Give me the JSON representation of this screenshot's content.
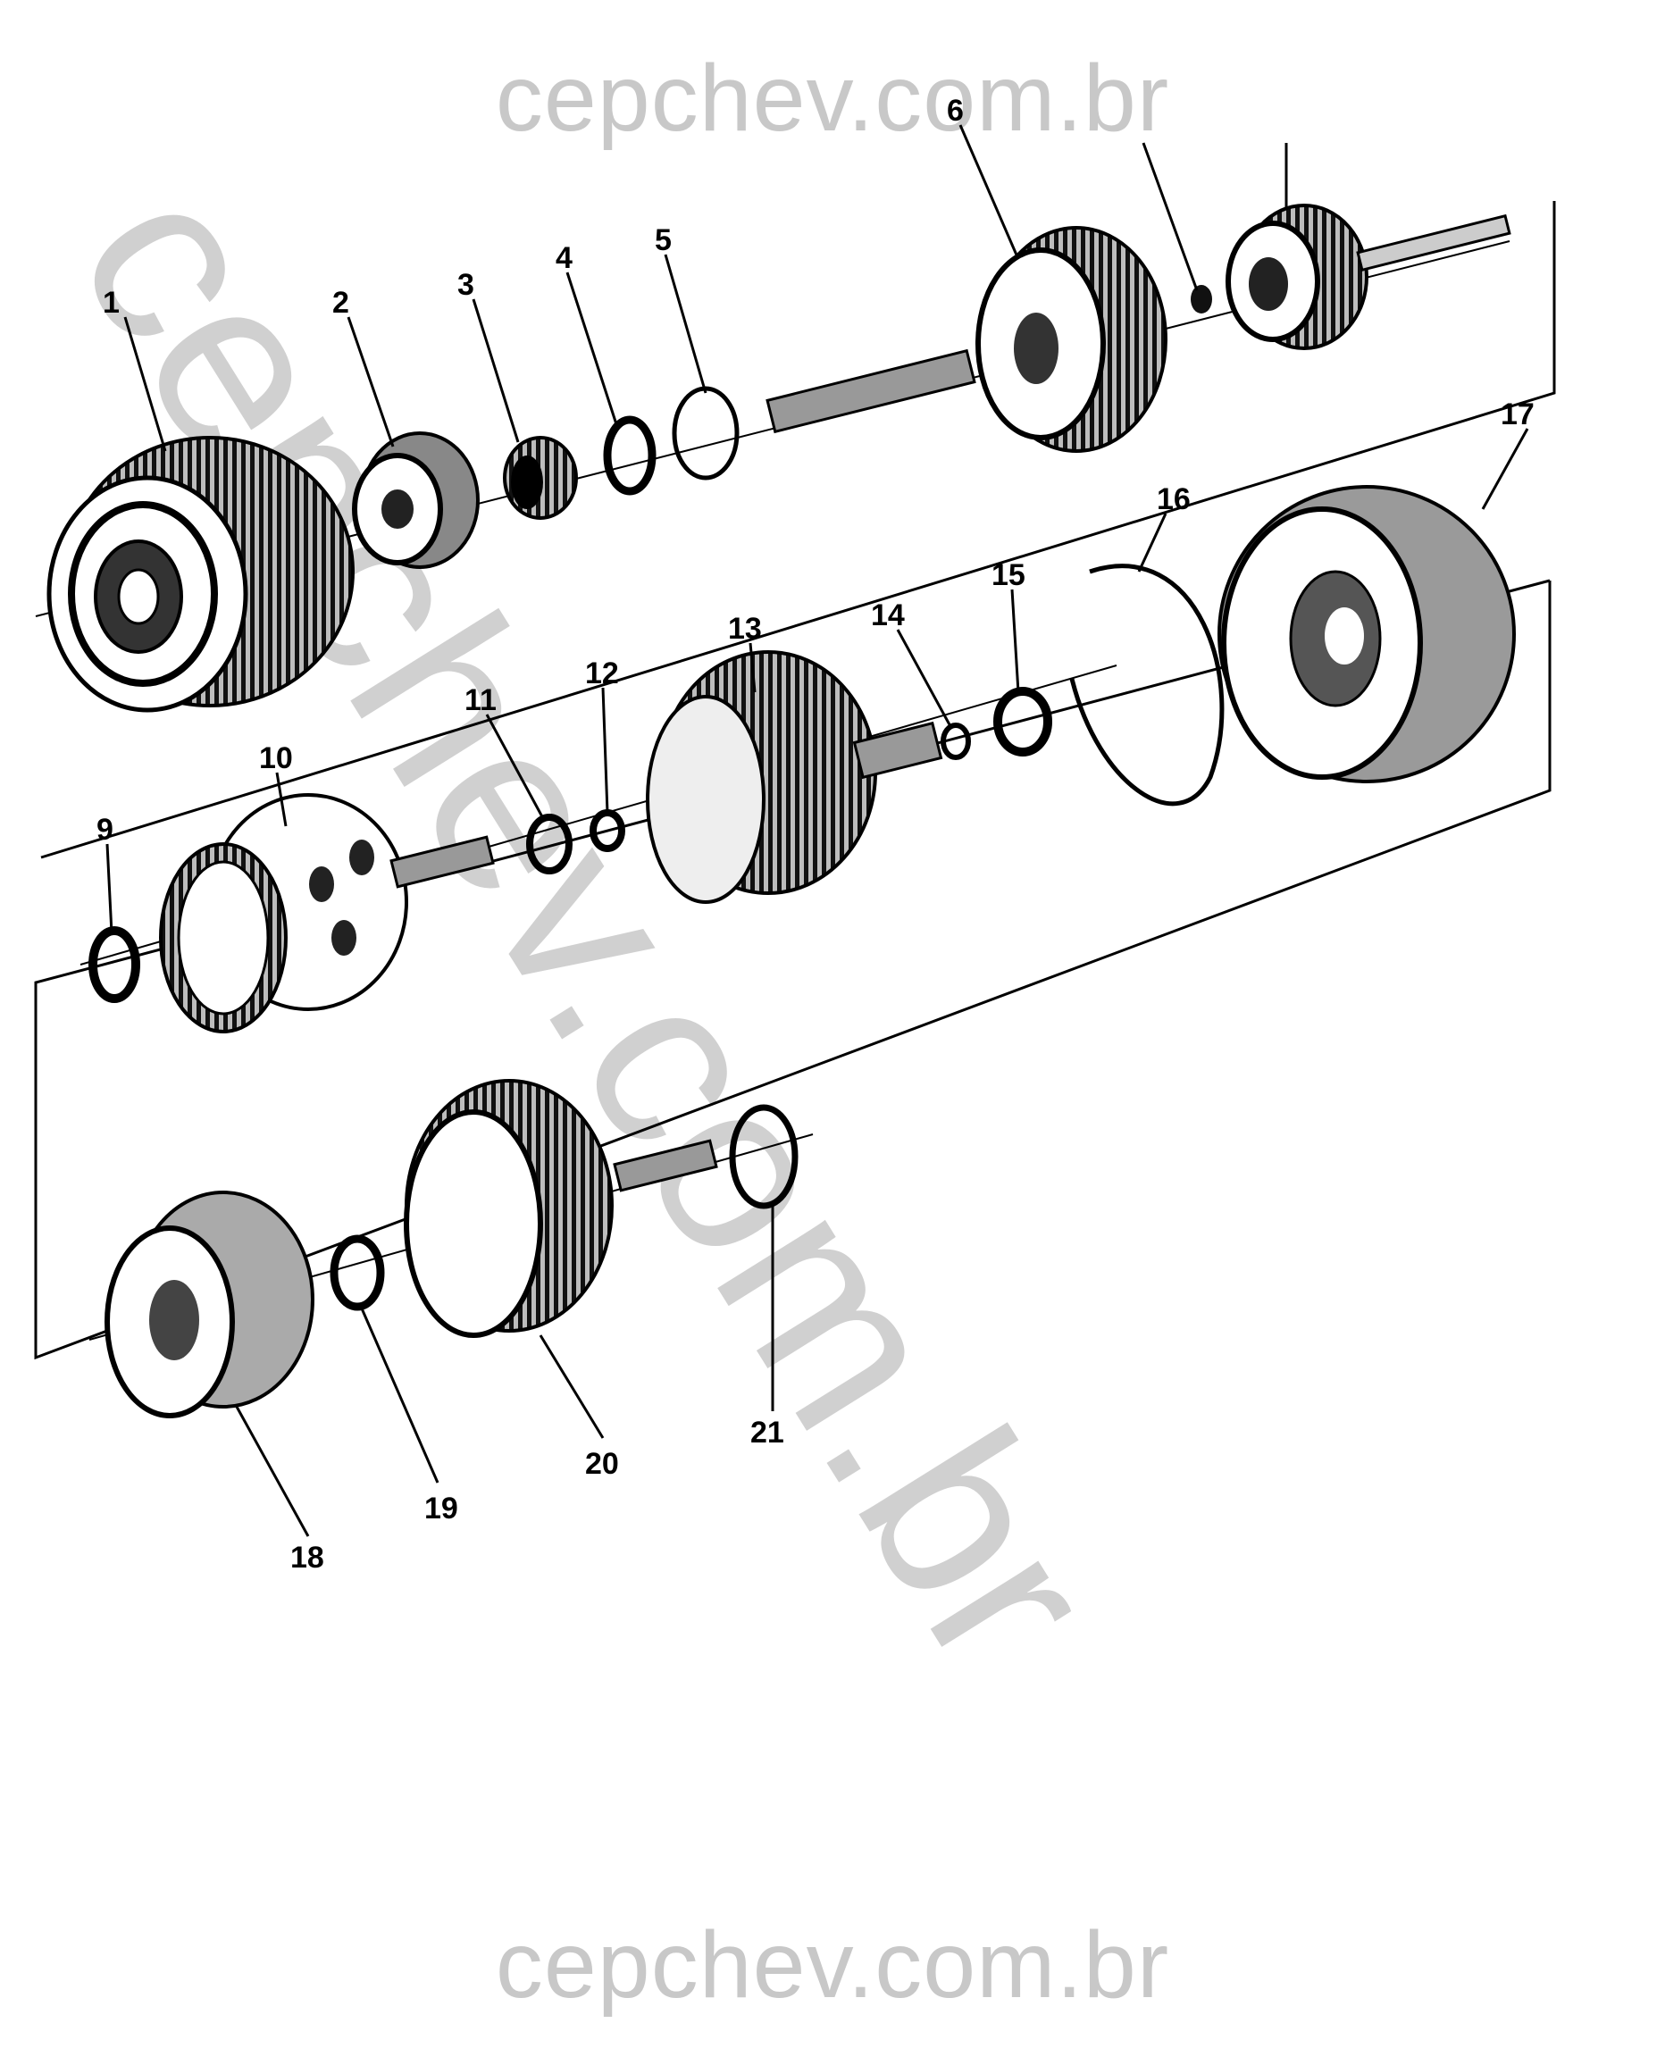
{
  "watermark": {
    "top": "cepchev.com.br",
    "bottom": "cepchev.com.br",
    "diagonal": "cepchev.com.br"
  },
  "callouts": {
    "c1": "1",
    "c2": "2",
    "c3": "3",
    "c4": "4",
    "c5": "5",
    "c6": "6",
    "c9": "9",
    "c10": "10",
    "c11": "11",
    "c12": "12",
    "c13": "13",
    "c14": "14",
    "c15": "15",
    "c16": "16",
    "c17": "17",
    "c18": "18",
    "c19": "19",
    "c20": "20",
    "c21": "21"
  }
}
